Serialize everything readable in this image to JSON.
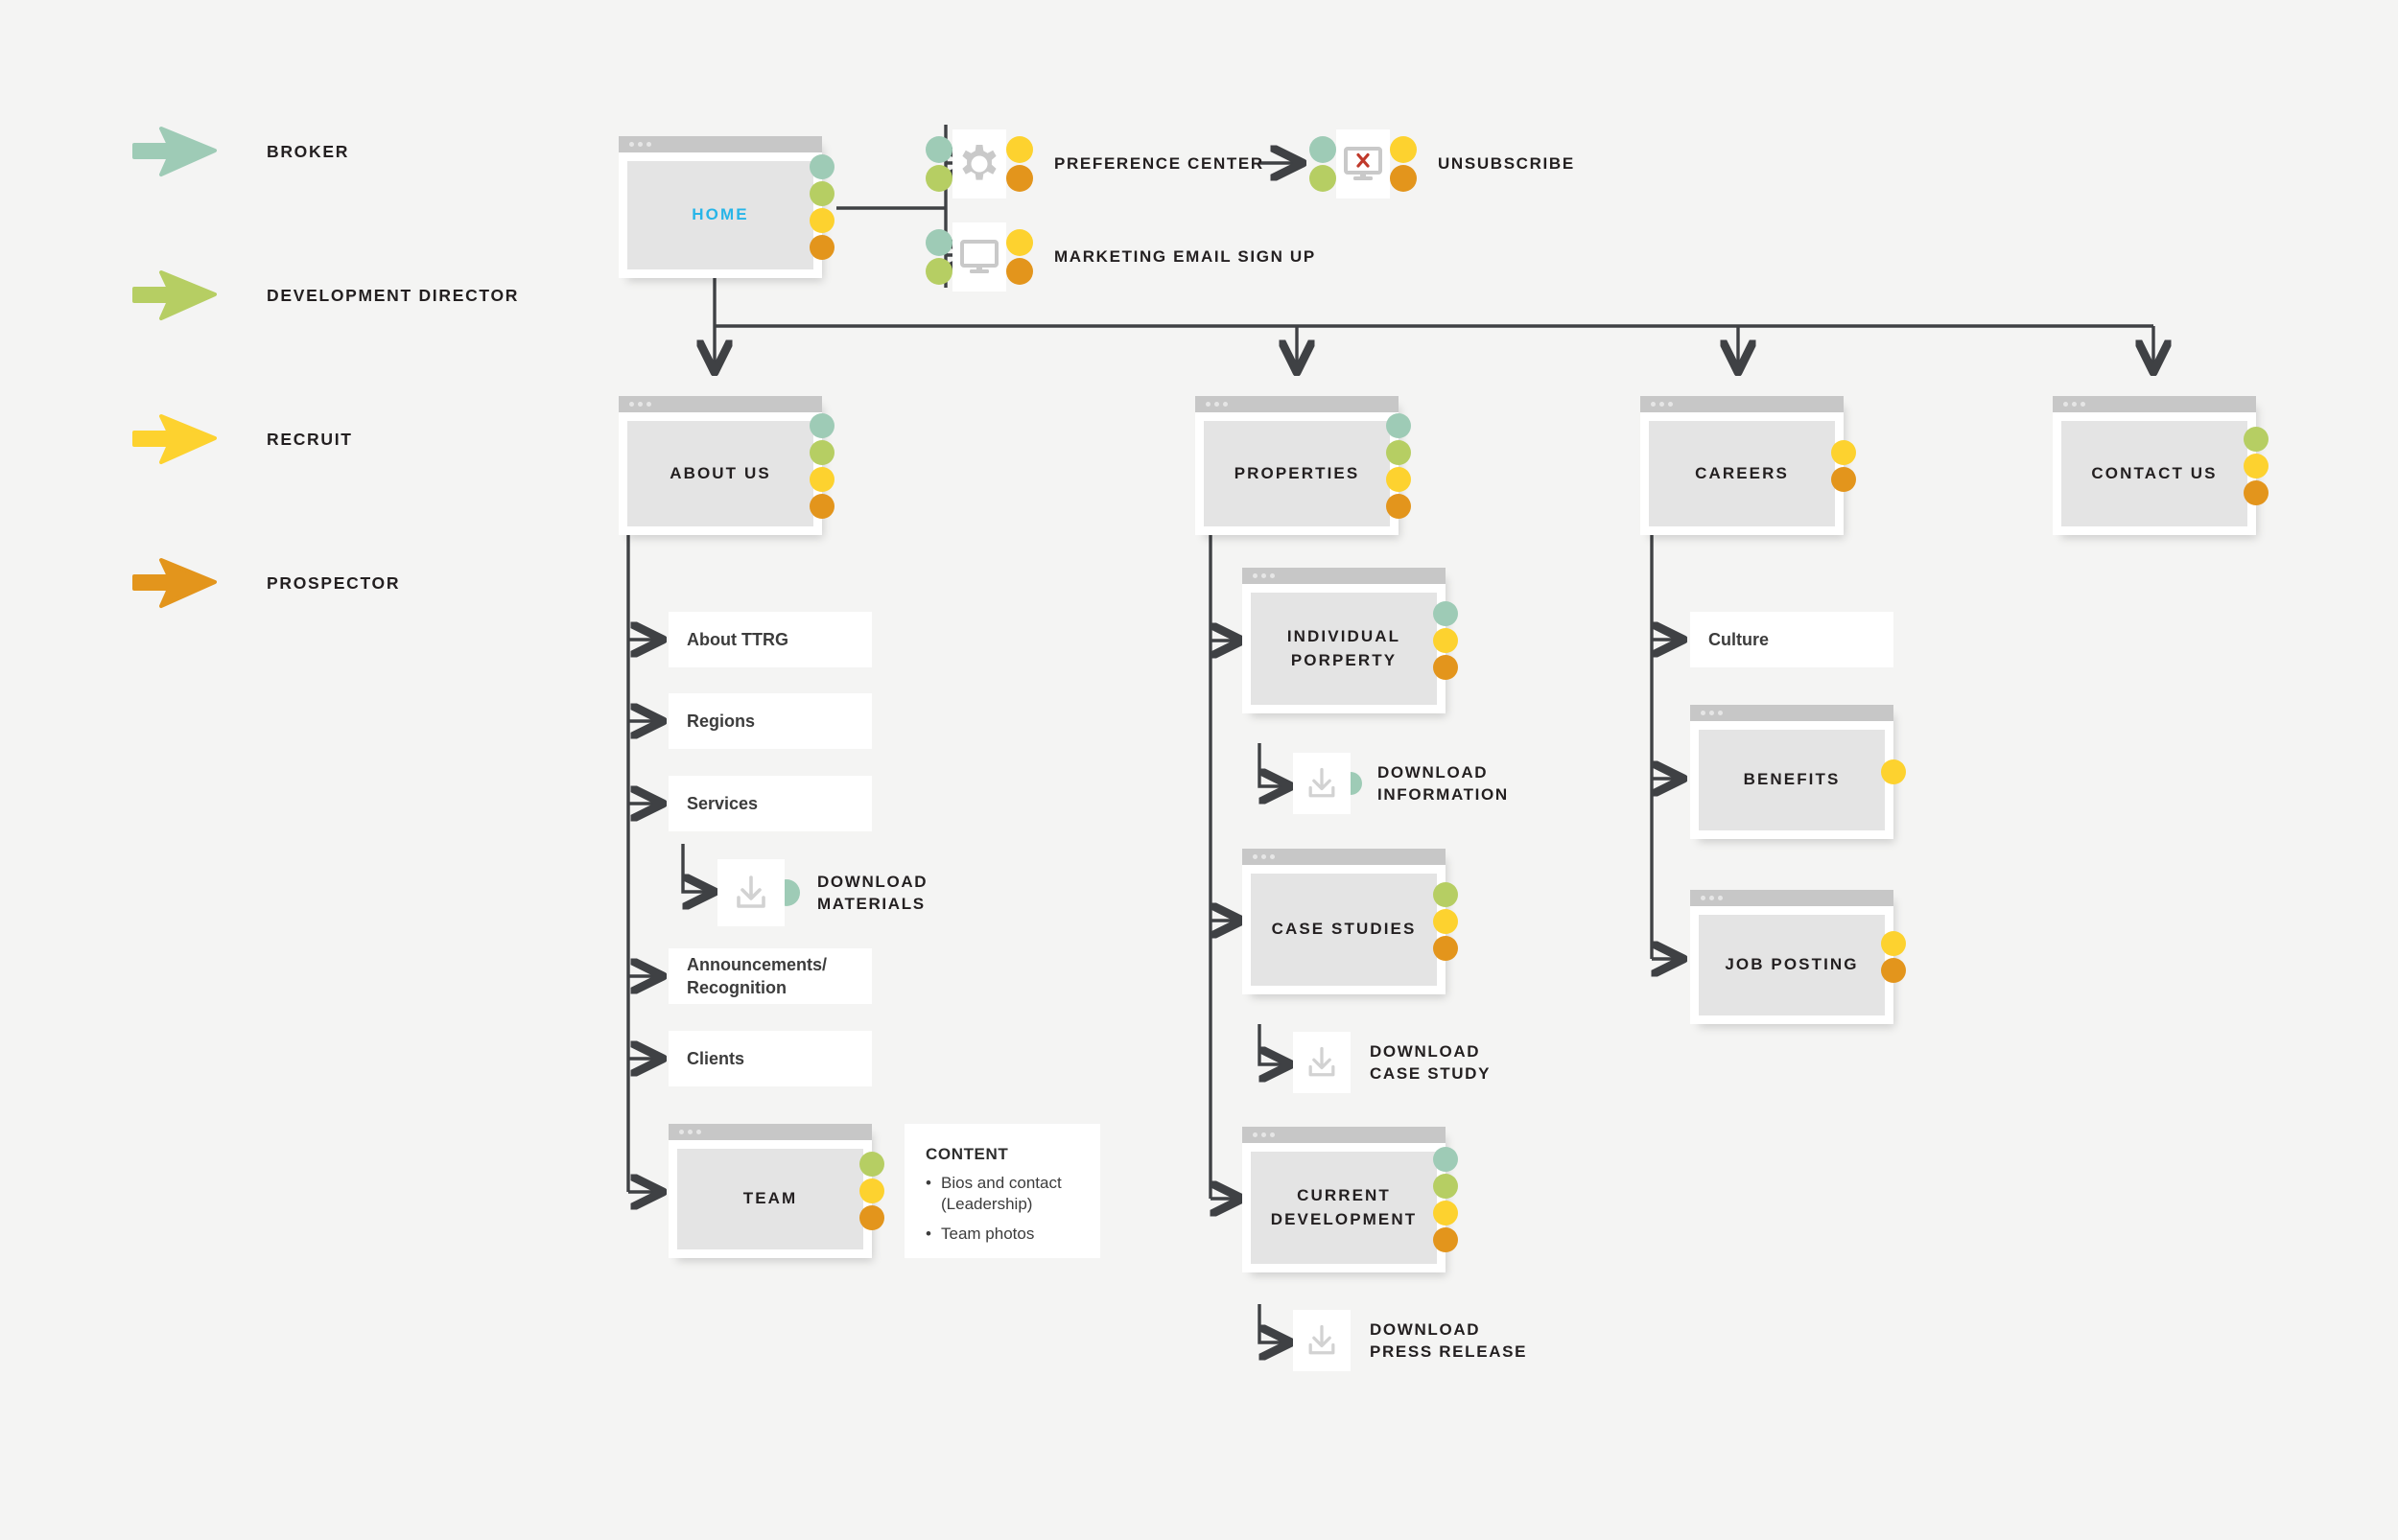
{
  "colors": {
    "broker": "#9ecbb6",
    "development_director": "#b6ce63",
    "recruit": "#fdd22f",
    "prospector": "#e3951c",
    "home_title": "#27b5e8",
    "line": "#3f4144",
    "background": "#f4f4f3",
    "window_chrome": "#c7c7c7",
    "window_body": "#e4e4e4"
  },
  "legend": {
    "items": [
      {
        "label": "BROKER",
        "color": "#9ecbb6",
        "icon": "arrow-right-icon"
      },
      {
        "label": "DEVELOPMENT DIRECTOR",
        "color": "#b6ce63",
        "icon": "arrow-right-icon"
      },
      {
        "label": "RECRUIT",
        "color": "#fdd22f",
        "icon": "arrow-right-icon"
      },
      {
        "label": "PROSPECTOR",
        "color": "#e3951c",
        "icon": "arrow-right-icon"
      }
    ]
  },
  "nodes": {
    "home": {
      "title": "HOME",
      "personas": [
        "broker",
        "development_director",
        "recruit",
        "prospector"
      ]
    },
    "preference_center": {
      "title": "PREFERENCE CENTER",
      "icon": "gear-icon",
      "personas": [
        "broker",
        "development_director",
        "recruit",
        "prospector"
      ]
    },
    "unsubscribe": {
      "title": "UNSUBSCRIBE",
      "icon": "monitor-x-icon",
      "personas": [
        "broker",
        "development_director",
        "recruit",
        "prospector"
      ]
    },
    "marketing_email_sign_up": {
      "title": "MARKETING EMAIL SIGN UP",
      "icon": "monitor-icon",
      "personas": [
        "broker",
        "development_director",
        "recruit",
        "prospector"
      ]
    },
    "about_us": {
      "title": "ABOUT US",
      "personas": [
        "broker",
        "development_director",
        "recruit",
        "prospector"
      ]
    },
    "about_ttrg": {
      "title": "About TTRG"
    },
    "regions": {
      "title": "Regions"
    },
    "services": {
      "title": "Services"
    },
    "download_materials": {
      "title": "DOWNLOAD\nMATERIALS",
      "icon": "download-icon",
      "personas": [
        "broker"
      ]
    },
    "announcements": {
      "title": "Announcements/\nRecognition"
    },
    "clients": {
      "title": "Clients"
    },
    "team": {
      "title": "TEAM",
      "personas": [
        "development_director",
        "recruit",
        "prospector"
      ]
    },
    "team_content": {
      "heading": "CONTENT",
      "items": [
        "Bios and contact (Leadership)",
        "Team photos"
      ]
    },
    "properties": {
      "title": "PROPERTIES",
      "personas": [
        "broker",
        "development_director",
        "recruit",
        "prospector"
      ]
    },
    "individual_porperty": {
      "title": "INDIVIDUAL\nPORPERTY",
      "personas": [
        "broker",
        "recruit",
        "prospector"
      ]
    },
    "download_information": {
      "title": "DOWNLOAD\nINFORMATION",
      "icon": "download-icon",
      "personas": [
        "broker"
      ]
    },
    "case_studies": {
      "title": "CASE STUDIES",
      "personas": [
        "development_director",
        "recruit",
        "prospector"
      ]
    },
    "download_case_study": {
      "title": "DOWNLOAD\nCASE STUDY",
      "icon": "download-icon",
      "personas": []
    },
    "current_development": {
      "title": "CURRENT\nDEVELOPMENT",
      "personas": [
        "broker",
        "development_director",
        "recruit",
        "prospector"
      ]
    },
    "download_press_release": {
      "title": "DOWNLOAD\nPRESS RELEASE",
      "icon": "download-icon",
      "personas": []
    },
    "careers": {
      "title": "CAREERS",
      "personas": [
        "recruit",
        "prospector"
      ]
    },
    "culture": {
      "title": "Culture"
    },
    "benefits": {
      "title": "BENEFITS",
      "personas": [
        "recruit"
      ]
    },
    "job_posting": {
      "title": "JOB POSTING",
      "personas": [
        "recruit",
        "prospector"
      ]
    },
    "contact_us": {
      "title": "CONTACT US",
      "personas": [
        "development_director",
        "recruit",
        "prospector"
      ]
    }
  }
}
